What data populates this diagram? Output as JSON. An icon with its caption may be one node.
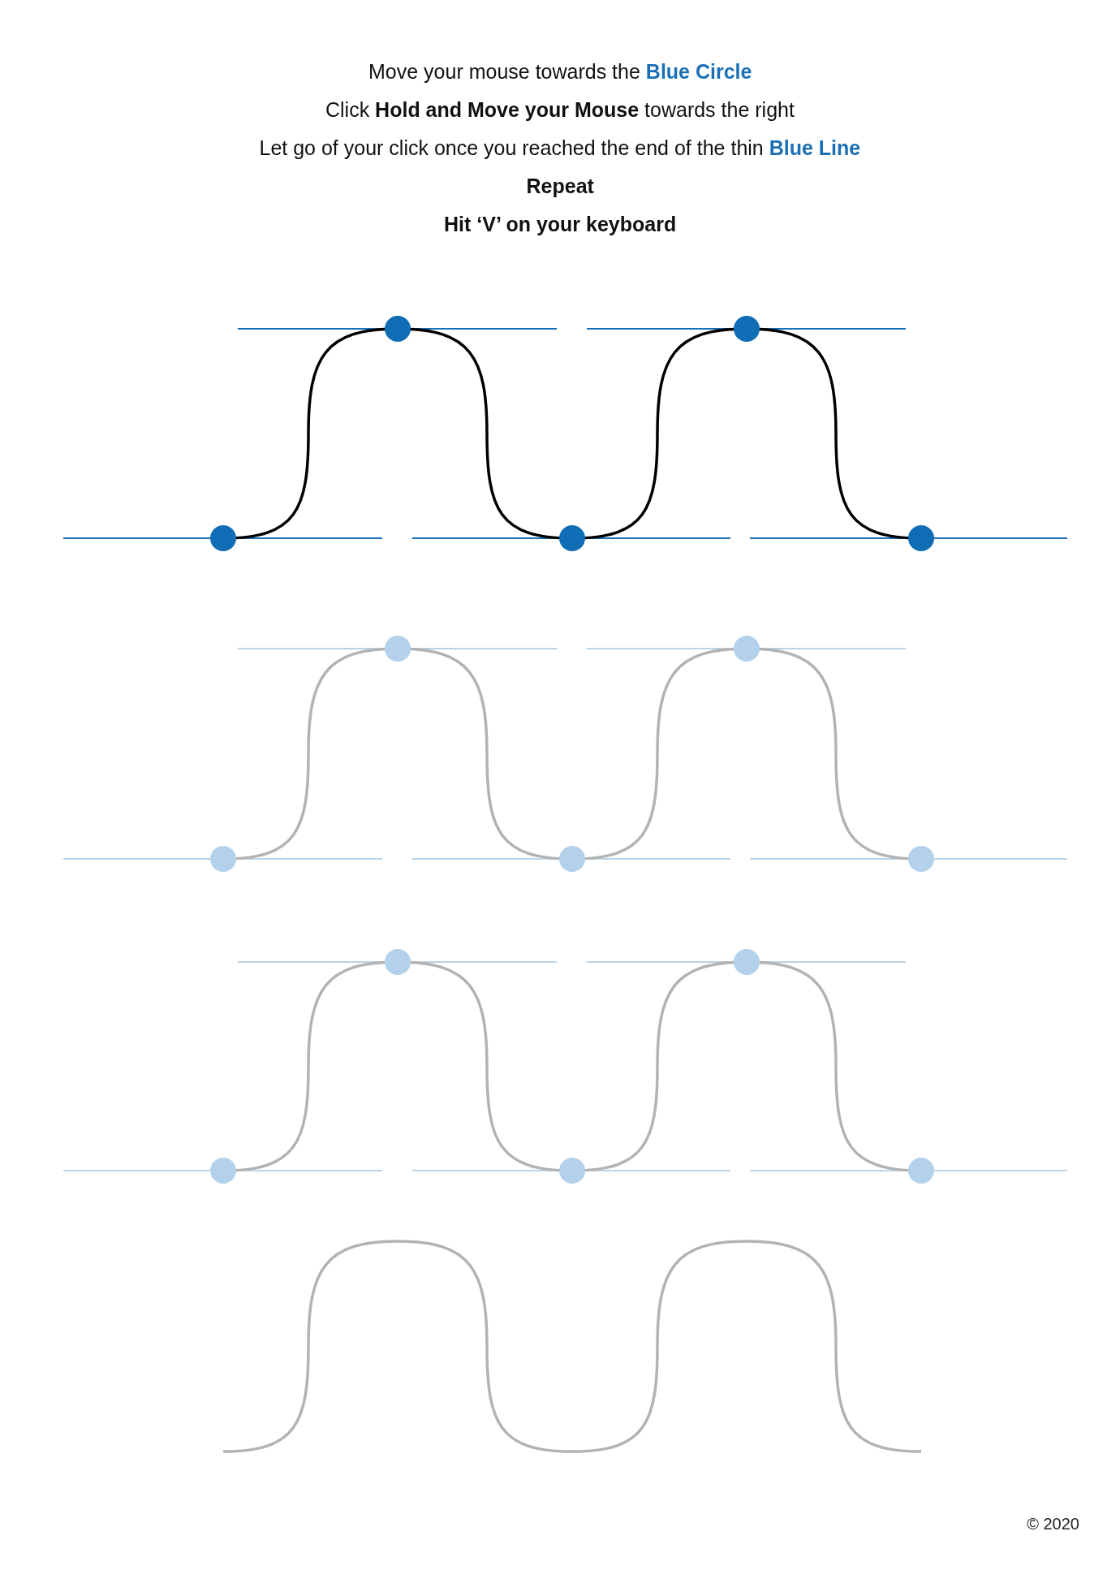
{
  "diagram": {
    "labels": [
      "Move your mouse towards the **Blue Circle**",
      "Click **Hold and Move your Mouse** towards the right",
      "Let go of your click once you reached the end of the thin **Blue Line**",
      "Repeat",
      "Hit ‘V’ on your keyboard",
      "© 2020"
    ]
  }
}
